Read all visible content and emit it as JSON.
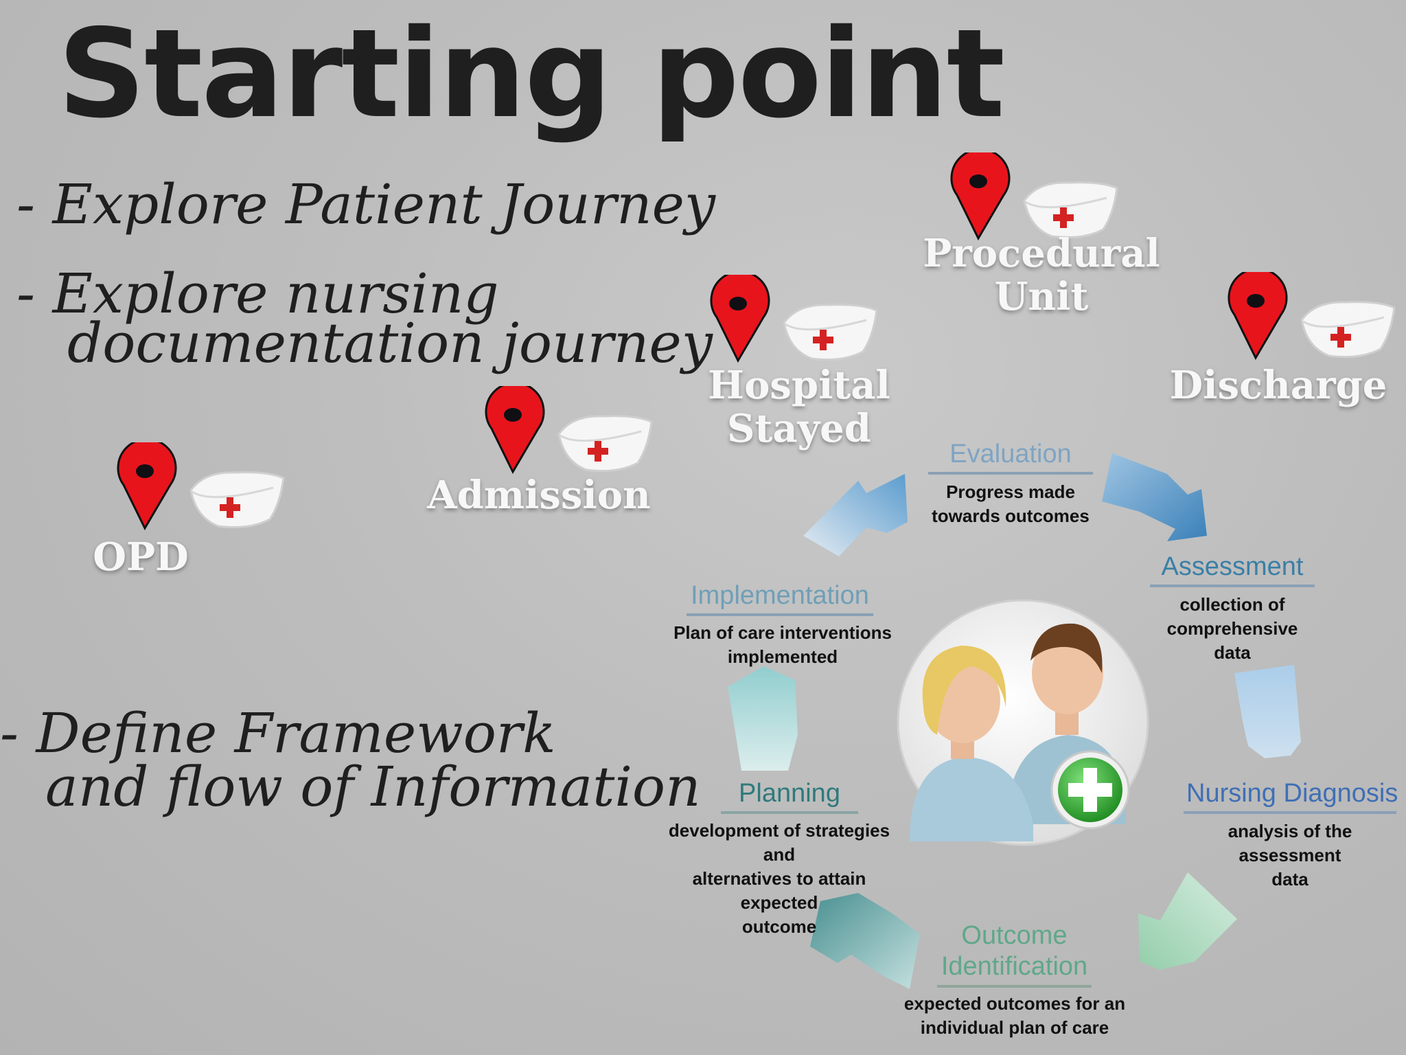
{
  "slide": {
    "title": "Starting point",
    "bullets": [
      {
        "line1": "- Explore Patient Journey",
        "line2": ""
      },
      {
        "line1": "- Explore nursing",
        "line2": "documentation journey"
      },
      {
        "line1": "- Define Framework",
        "line2": "and flow of Information"
      }
    ]
  },
  "journey": {
    "stops": [
      {
        "label": "OPD",
        "icon": "map-pin-icon"
      },
      {
        "label": "Admission",
        "icon": "map-pin-icon"
      },
      {
        "label": "Hospital\nStayed",
        "icon": "map-pin-icon"
      },
      {
        "label": "Procedural\nUnit",
        "icon": "map-pin-icon"
      },
      {
        "label": "Discharge",
        "icon": "map-pin-icon"
      }
    ],
    "marker_color": "#e8141c",
    "cross_color": "#d42222"
  },
  "cycle": {
    "center_icon": "patients-with-plus-icon",
    "steps": [
      {
        "title": "Evaluation",
        "desc": "Progress made\ntowards outcomes",
        "color": "#7fa4c3"
      },
      {
        "title": "Assessment",
        "desc": "collection of\ncomprehensive data",
        "color": "#3b7fa6"
      },
      {
        "title": "Nursing Diagnosis",
        "desc": "analysis of the assessment\ndata",
        "color": "#3f6fb5"
      },
      {
        "title": "Outcome\nIdentification",
        "desc": "expected outcomes for an\nindividual plan of care",
        "color": "#5fa889"
      },
      {
        "title": "Planning",
        "desc": "development of strategies and\nalternatives to attain expected\noutcome",
        "color": "#2f7a7c"
      },
      {
        "title": "Implementation",
        "desc": "Plan of care interventions\nimplemented",
        "color": "#6f9fb8"
      }
    ]
  }
}
